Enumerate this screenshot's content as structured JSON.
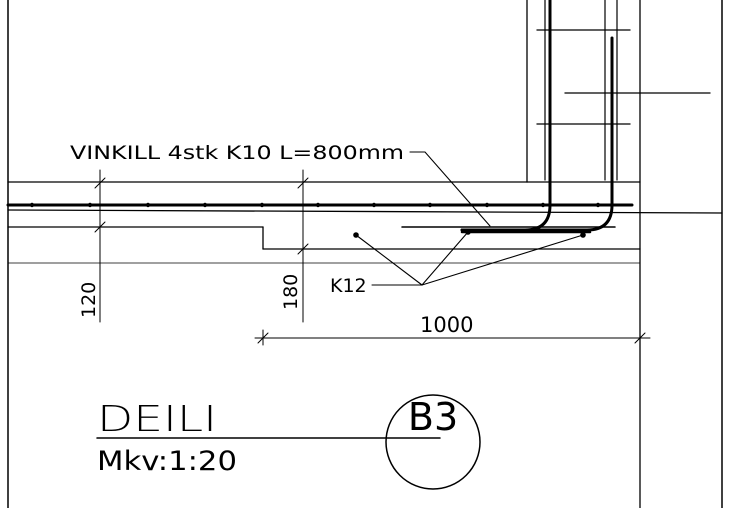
{
  "annotations": {
    "angle_label": "VINKILL 4stk K10 L=800mm",
    "rebar_label": "K12",
    "dim_120": "120",
    "dim_180": "180",
    "dim_1000": "1000"
  },
  "title_block": {
    "title": "DEILI",
    "scale": "Mkv:1:20",
    "detail_id": "B3"
  }
}
